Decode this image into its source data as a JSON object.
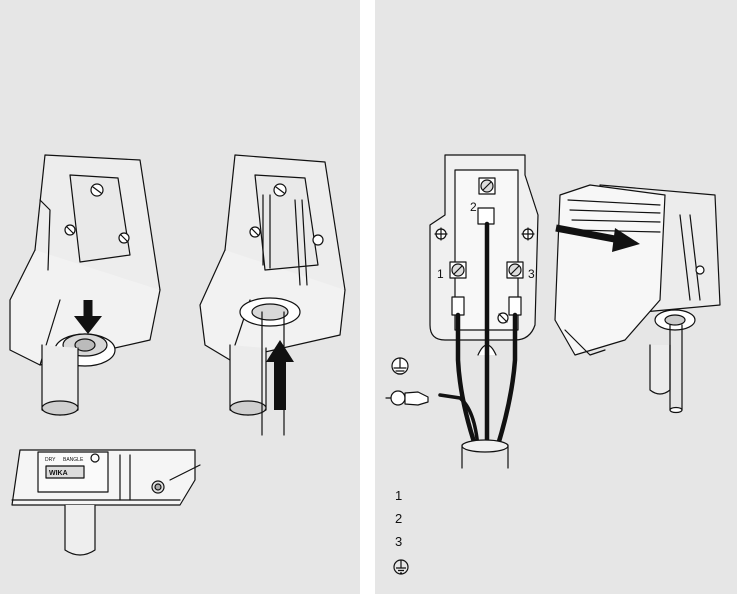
{
  "terminals": {
    "t1": "1",
    "t2": "2",
    "t3": "3"
  },
  "label_plate": {
    "line1_a": "DRY",
    "line1_b": "BANGLE",
    "brand": "WIKA"
  },
  "legend": {
    "items": [
      {
        "number": "1"
      },
      {
        "number": "2"
      },
      {
        "number": "3"
      },
      {
        "icon": "earth-ground-icon"
      }
    ]
  },
  "colors": {
    "panel_bg": "#e6e6e6",
    "line": "#111111",
    "wire": "#111111"
  }
}
